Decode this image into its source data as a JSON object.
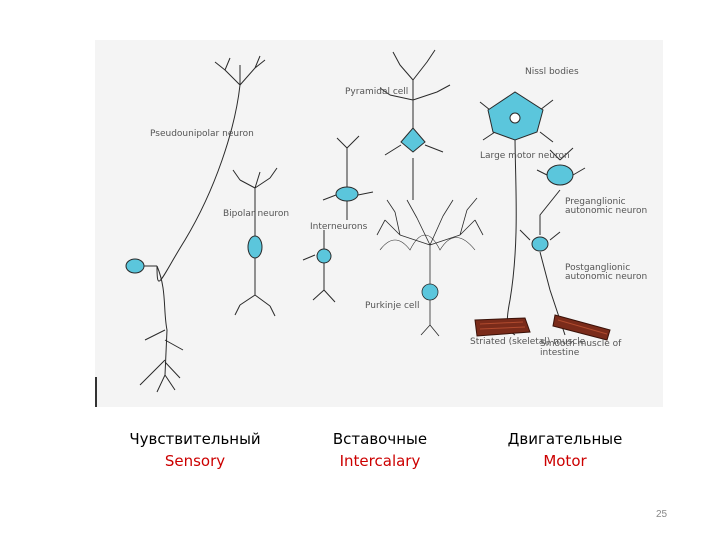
{
  "figure": {
    "labels": {
      "pseudounipolar": "Pseudounipolar neuron",
      "bipolar": "Bipolar neuron",
      "pyramidal": "Pyramidal cell",
      "interneurons": "Interneurons",
      "purkinje": "Purkinje cell",
      "nissl": "Nissl bodies",
      "large_motor": "Large motor neuron",
      "preganglionic": "Preganglionic autonomic neuron",
      "postganglionic": "Postganglionic autonomic neuron",
      "striated_muscle": "Striated (skeletal) muscle",
      "smooth_muscle": "Smooth muscle of intestine"
    },
    "colors": {
      "soma": "#5bc6dc",
      "line": "#2a2a2a",
      "muscle": "#7a2b1a",
      "background": "#f4f4f4"
    }
  },
  "captions": [
    {
      "ru": "Чувствительный",
      "en": "Sensory"
    },
    {
      "ru": "Вставочные",
      "en": "Intercalary"
    },
    {
      "ru": "Двигательные",
      "en": "Motor"
    }
  ],
  "caption_color": "#cc0000",
  "page_number": "25"
}
